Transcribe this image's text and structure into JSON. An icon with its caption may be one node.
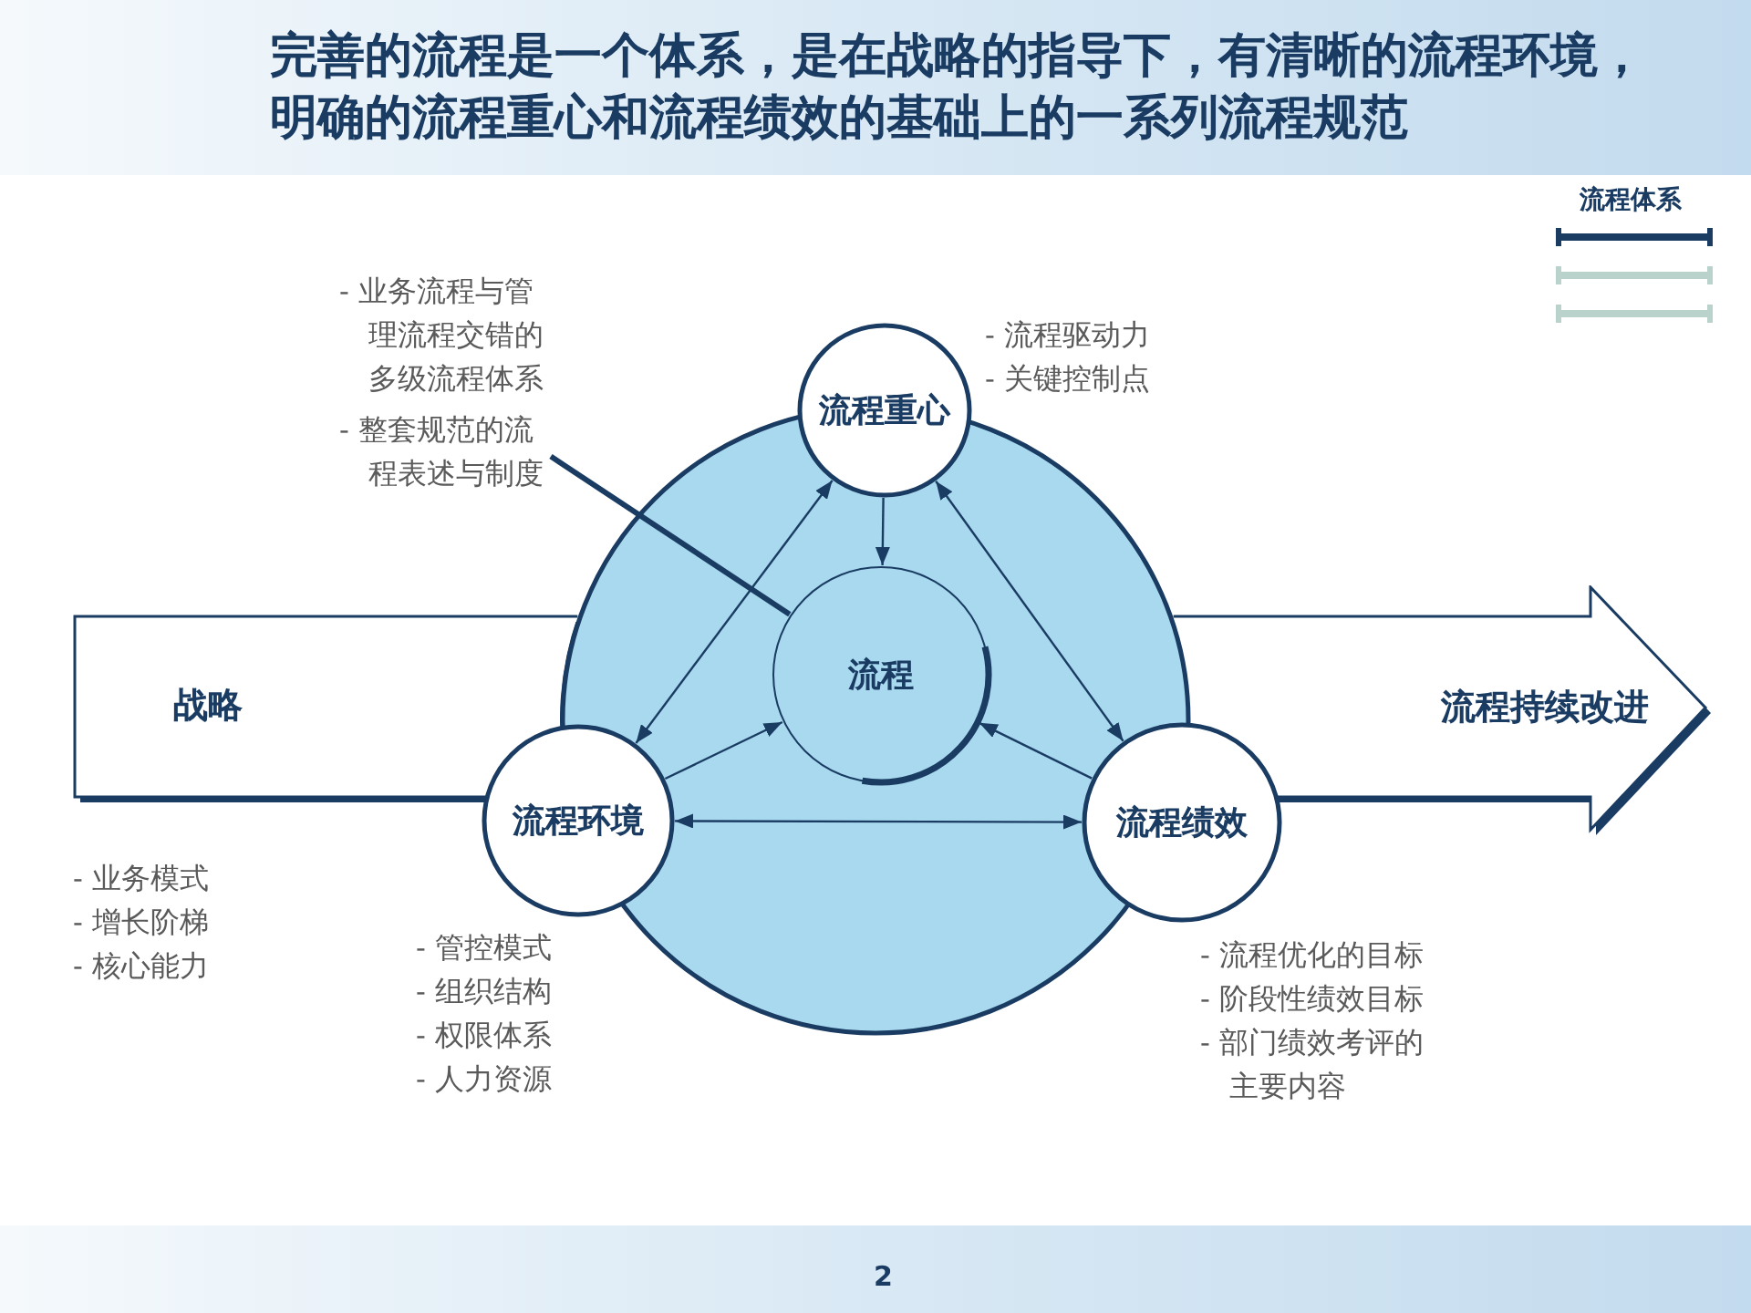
{
  "diagram": {
    "title": "完善的流程是一个体系，是在战略的指导下，有清晰的流程环境，明确的流程重心和流程绩效的基础上的一系列流程规范",
    "nodes": [
      {
        "text": [
          "- 业务流程与管理流程交错的多级流程体系",
          "- 整套规范的流程表述与制度"
        ]
      },
      {
        "text": [
          "流程重心"
        ],
        "beside": [
          "- 流程驱动力",
          "- 关键控制点"
        ]
      },
      {
        "text": [
          "战略"
        ],
        "beside": [
          "- 业务模式",
          "- 增长阶梯",
          "- 核心能力"
        ]
      },
      {
        "text": [],
        "shape": "circle"
      },
      {
        "text": [
          "流程"
        ],
        "in": 3
      },
      {
        "text": [
          "流程持续改进"
        ]
      },
      {
        "text": [
          "流程环境"
        ],
        "beside": [
          "- 管控模式",
          "- 组织结构",
          "- 权限体系",
          "- 人力资源"
        ]
      },
      {
        "text": [
          "流程绩效"
        ],
        "beside": [
          "- 流程优化的目标",
          "- 阶段性绩效目标",
          "- 部门绩效考评的主要内容"
        ]
      }
    ],
    "edges": [
      {
        "from": 0,
        "to": 4,
        "arrow": "none",
        "style": "thick"
      },
      {
        "from": 1,
        "to": 4,
        "arrow": "to"
      },
      {
        "from": 6,
        "to": 1,
        "arrow": "both"
      },
      {
        "from": 1,
        "to": 7,
        "arrow": "both"
      },
      {
        "from": 6,
        "to": 4,
        "arrow": "to"
      },
      {
        "from": 7,
        "to": 4,
        "arrow": "to"
      },
      {
        "from": 6,
        "to": 7,
        "arrow": "both"
      }
    ],
    "labels": [
      "流程体系",
      "2"
    ]
  }
}
